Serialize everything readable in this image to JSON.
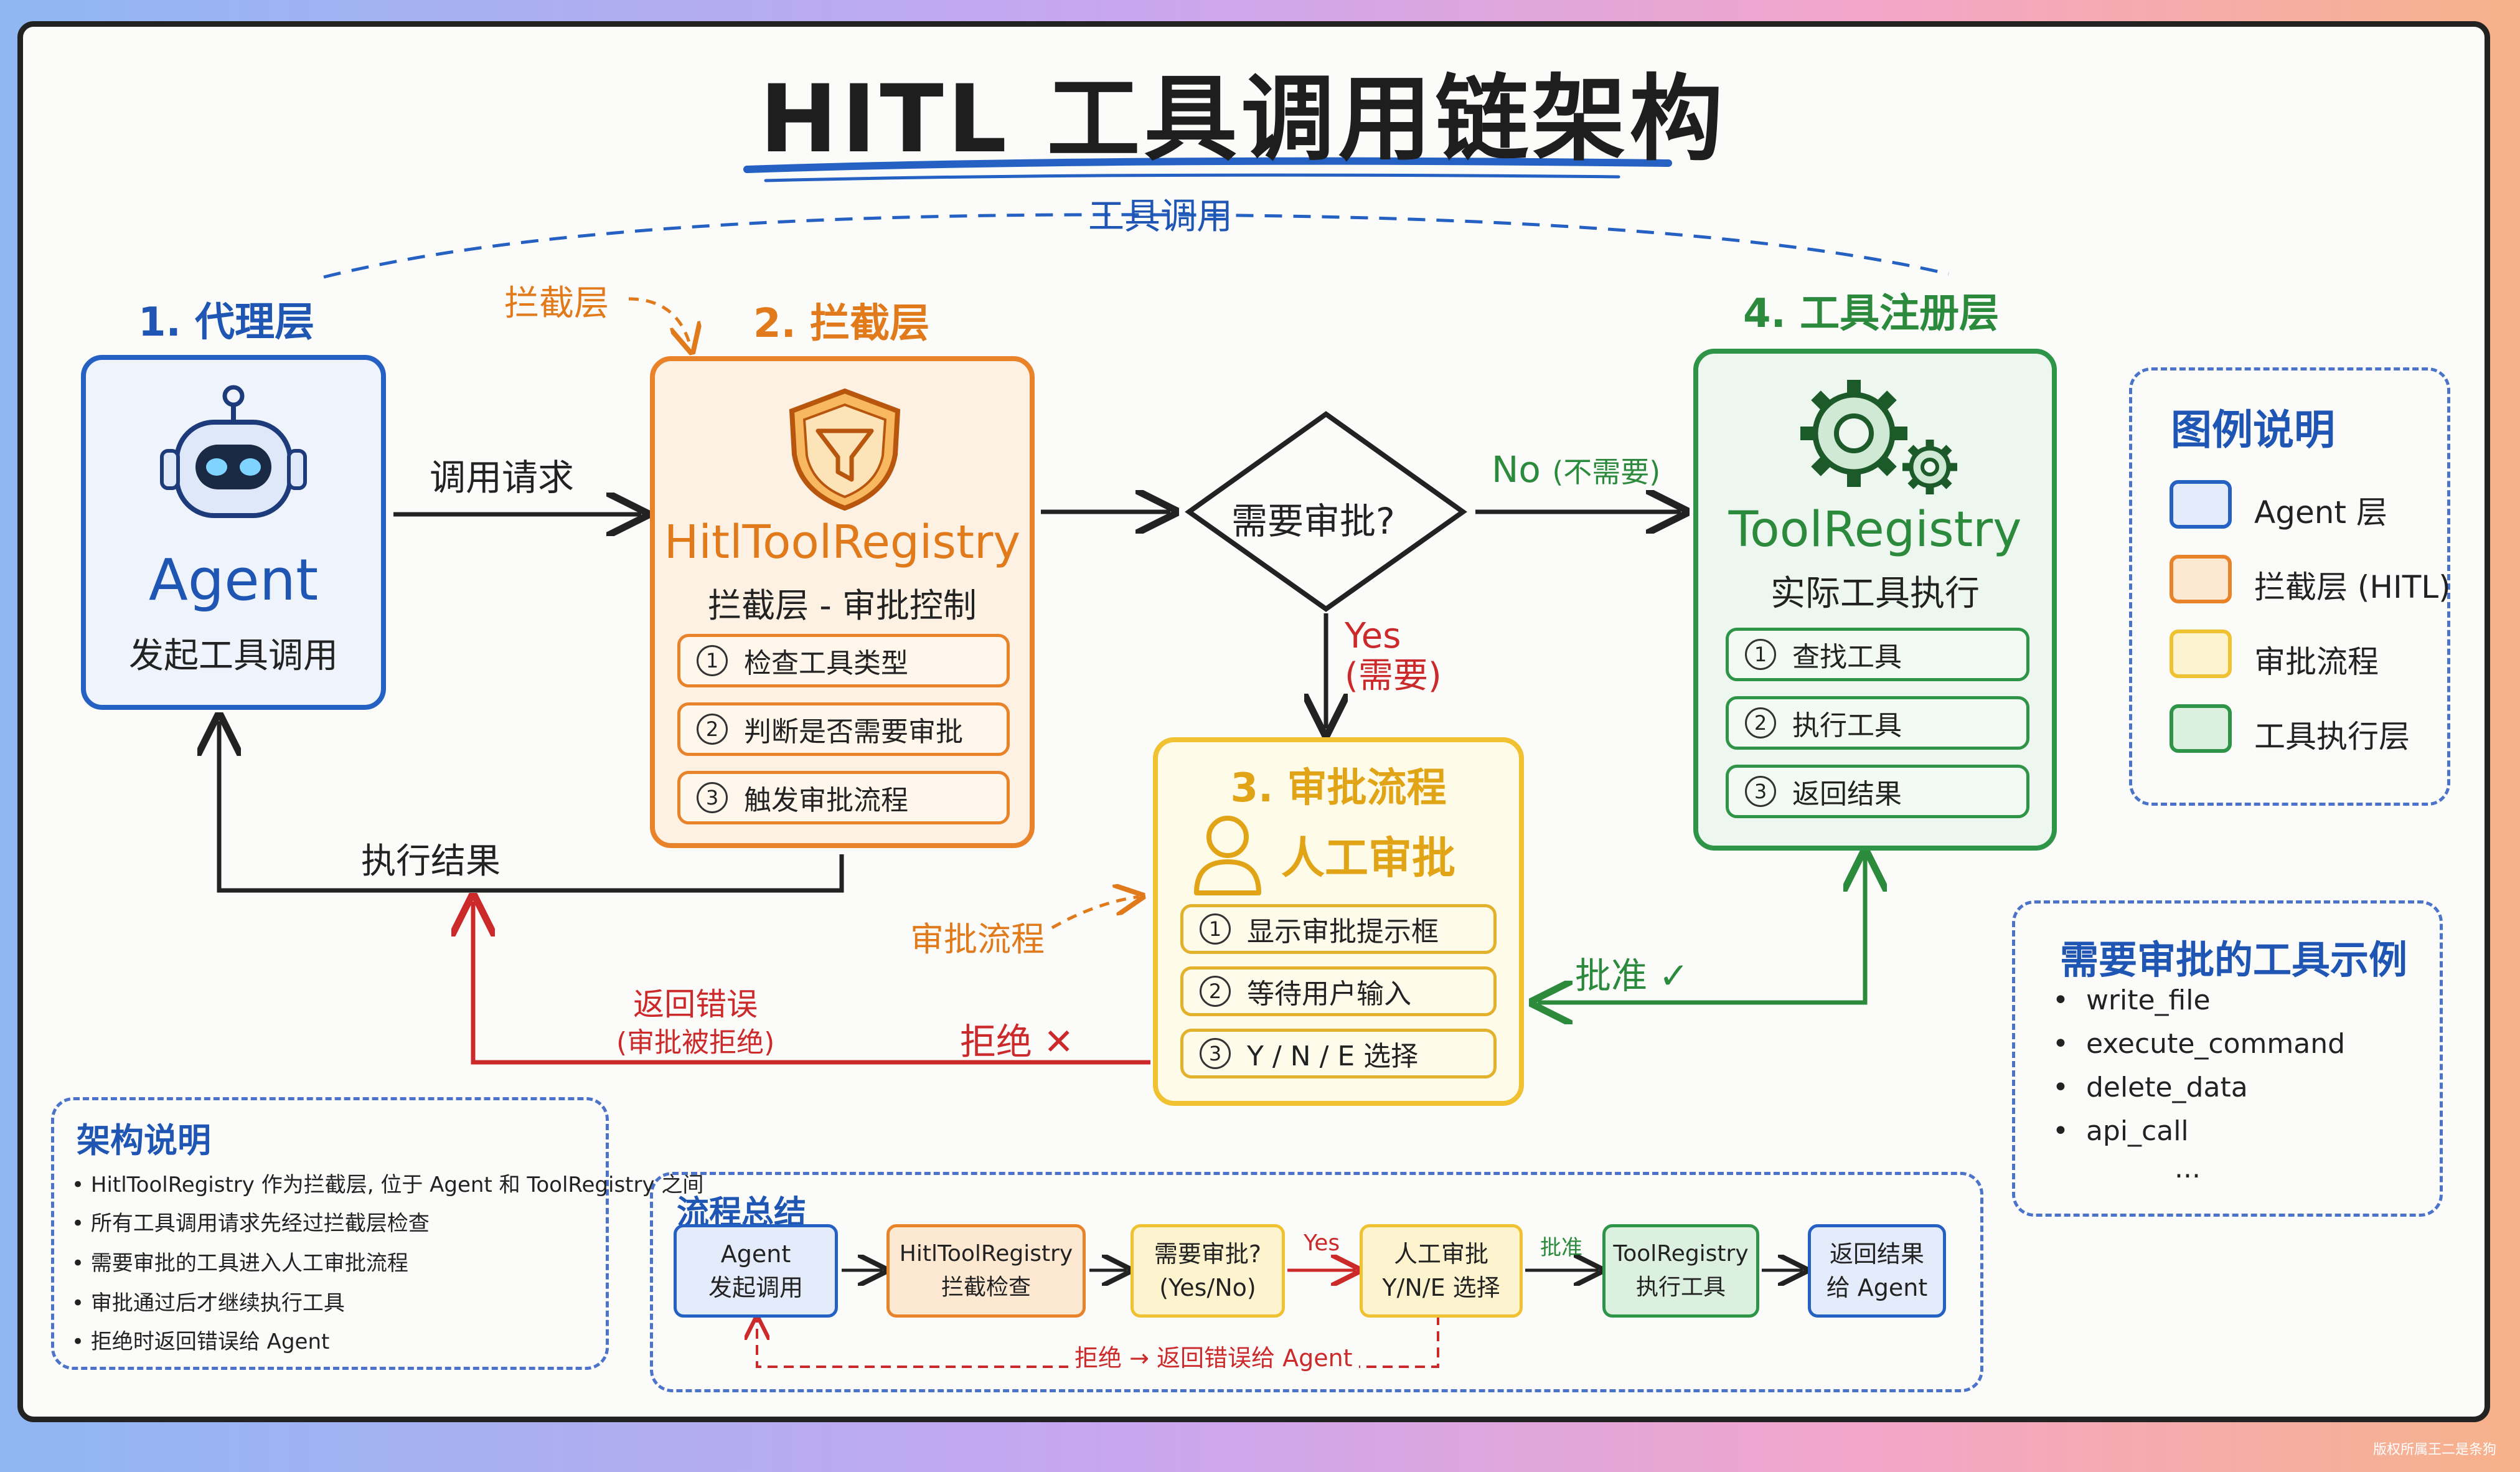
{
  "title": "HITL 工具调用链架构",
  "top_arc_label": "工具调用",
  "agent_layer": {
    "heading": "1. 代理层",
    "name": "Agent",
    "desc": "发起工具调用"
  },
  "intercept_layer": {
    "heading": "2. 拦截层",
    "callout": "拦截层",
    "name": "HitlToolRegistry",
    "desc": "拦截层 - 审批控制",
    "steps": [
      {
        "num": "1",
        "text": "检查工具类型"
      },
      {
        "num": "2",
        "text": "判断是否需要审批"
      },
      {
        "num": "3",
        "text": "触发审批流程"
      }
    ]
  },
  "decision": {
    "text": "需要审批?",
    "no_label": "No",
    "no_sub": "(不需要)",
    "yes_label": "Yes",
    "yes_sub": "(需要)"
  },
  "approval_layer": {
    "heading": "3. 审批流程",
    "callout": "审批流程",
    "name": "人工审批",
    "steps": [
      {
        "num": "1",
        "text": "显示审批提示框"
      },
      {
        "num": "2",
        "text": "等待用户输入"
      },
      {
        "num": "3",
        "text": "Y / N / E  选择"
      }
    ]
  },
  "registry_layer": {
    "heading": "4. 工具注册层",
    "name": "ToolRegistry",
    "desc": "实际工具执行",
    "steps": [
      {
        "num": "1",
        "text": "查找工具"
      },
      {
        "num": "2",
        "text": "执行工具"
      },
      {
        "num": "3",
        "text": "返回结果"
      }
    ]
  },
  "arrows": {
    "call_request": "调用请求",
    "exec_result": "执行结果",
    "return_error": "返回错误",
    "return_error_sub": "(审批被拒绝)",
    "reject": "拒绝 ✕",
    "approve": "批准 ✓"
  },
  "legend": {
    "title": "图例说明",
    "items": [
      {
        "label": "Agent 层",
        "color": "#2461c2"
      },
      {
        "label": "拦截层 (HITL)",
        "color": "#e9832a"
      },
      {
        "label": "审批流程",
        "color": "#f0c232"
      },
      {
        "label": "工具执行层",
        "color": "#2e9447"
      }
    ]
  },
  "tool_examples": {
    "title": "需要审批的工具示例",
    "items": [
      "write_file",
      "execute_command",
      "delete_data",
      "api_call"
    ],
    "more": "..."
  },
  "arch_notes": {
    "title": "架构说明",
    "items": [
      "HitlToolRegistry 作为拦截层, 位于 Agent 和 ToolRegistry 之间",
      "所有工具调用请求先经过拦截层检查",
      "需要审批的工具进入人工审批流程",
      "审批通过后才继续执行工具",
      "拒绝时返回错误给 Agent"
    ]
  },
  "flow_summary": {
    "title": "流程总结",
    "nodes": [
      {
        "l1": "Agent",
        "l2": "发起调用"
      },
      {
        "l1": "HitlToolRegistry",
        "l2": "拦截检查"
      },
      {
        "l1": "需要审批?",
        "l2": "(Yes/No)"
      },
      {
        "l1": "人工审批",
        "l2": "Y/N/E 选择"
      },
      {
        "l1": "ToolRegistry",
        "l2": "执行工具"
      },
      {
        "l1": "返回结果",
        "l2": "给 Agent"
      }
    ],
    "yes_label": "Yes",
    "approve_label": "批准",
    "reject_note": "拒绝 → 返回错误给 Agent"
  },
  "watermark": "版权所属王二是条狗"
}
